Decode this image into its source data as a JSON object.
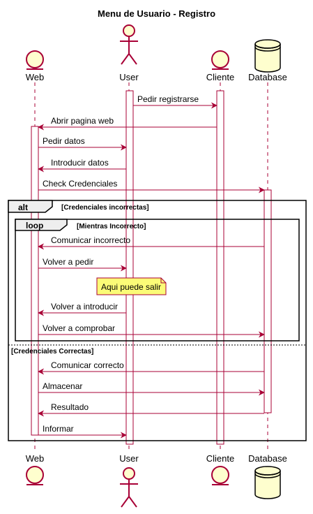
{
  "diagram": {
    "title": "Menu de Usuario - Registro",
    "participants": [
      {
        "name": "Web",
        "kind": "entity"
      },
      {
        "name": "User",
        "kind": "actor"
      },
      {
        "name": "Cliente",
        "kind": "entity"
      },
      {
        "name": "Database",
        "kind": "database"
      }
    ],
    "messages": [
      {
        "text": "Pedir registrarse",
        "from": "User",
        "to": "Cliente"
      },
      {
        "text": "Abrir pagina web",
        "from": "Cliente",
        "to": "Web"
      },
      {
        "text": "Pedir datos",
        "from": "Web",
        "to": "User"
      },
      {
        "text": "Introducir datos",
        "from": "User",
        "to": "Web"
      },
      {
        "text": "Check Credenciales",
        "from": "Web",
        "to": "Database"
      },
      {
        "text": "Comunicar incorrecto",
        "from": "Database",
        "to": "Web"
      },
      {
        "text": "Volver a pedir",
        "from": "Web",
        "to": "User"
      },
      {
        "text": "Volver a introducir",
        "from": "User",
        "to": "Web"
      },
      {
        "text": "Volver a comprobar",
        "from": "Web",
        "to": "Database"
      },
      {
        "text": "Comunicar correcto",
        "from": "Database",
        "to": "Web"
      },
      {
        "text": "Almacenar",
        "from": "Web",
        "to": "Database"
      },
      {
        "text": "Resultado",
        "from": "Database",
        "to": "Web"
      },
      {
        "text": "Informar",
        "from": "Web",
        "to": "User"
      }
    ],
    "alt_frame": {
      "label": "alt",
      "condition_1": "[Credenciales incorrectas]",
      "condition_2": "[Credenciales Correctas]"
    },
    "loop_frame": {
      "label": "loop",
      "condition": "[Mientras Incorrecto]"
    },
    "note": "Aqui puede salir",
    "colors": {
      "line": "#A80036",
      "participant_fill": "#FEFECE",
      "note_fill": "#FBFB77",
      "activation_fill": "#FFFFFF"
    }
  }
}
